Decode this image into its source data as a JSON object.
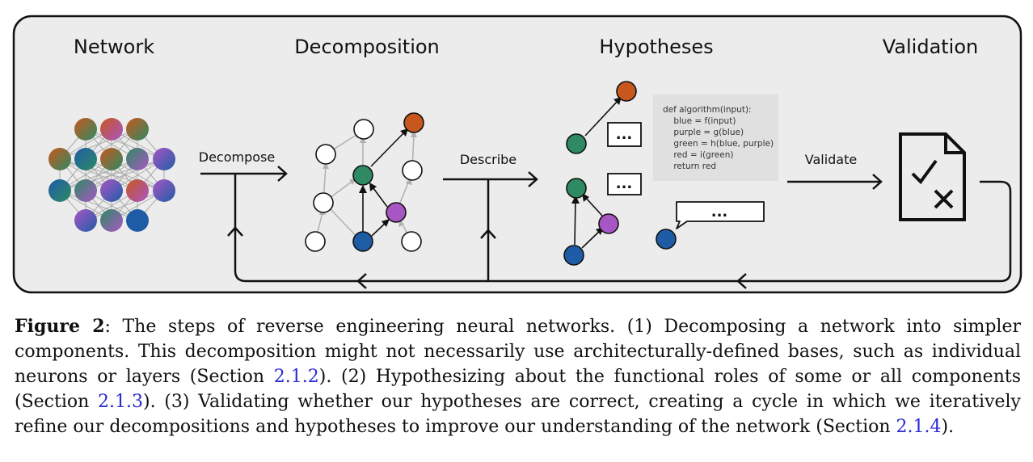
{
  "stages": {
    "network": "Network",
    "decomposition": "Decomposition",
    "hypotheses": "Hypotheses",
    "validation": "Validation"
  },
  "arrows": {
    "decompose": "Decompose",
    "describe": "Describe",
    "validate": "Validate"
  },
  "code": [
    "def algorithm(input):",
    "    blue = f(input)",
    "    purple = g(blue)",
    "    green = h(blue, purple)",
    "    red = i(green)",
    "    return red"
  ],
  "speech_ellipsis": "...",
  "colors": {
    "orange": "#c8571e",
    "green": "#2e8a63",
    "purple": "#a956c5",
    "blue": "#1f5ca6",
    "panel": "#ececec",
    "code_bg": "#e2e2e2"
  },
  "caption": {
    "label": "Figure 2",
    "seg1": ":  The steps of reverse engineering neural networks.  (1) Decomposing a network into simpler components. This decomposition might not necessarily use architecturally-defined bases, such as individual neurons or layers (Section ",
    "ref1": "2.1.2",
    "seg2": ").  (2) Hypothesizing about the functional roles of some or all components (Section ",
    "ref2": "2.1.3",
    "seg3": ").  (3) Validating whether our hypotheses are correct, creating a cycle in which we iteratively refine our decompositions and hypotheses to improve our understanding of the network (Section ",
    "ref3": "2.1.4",
    "seg4": ")."
  }
}
